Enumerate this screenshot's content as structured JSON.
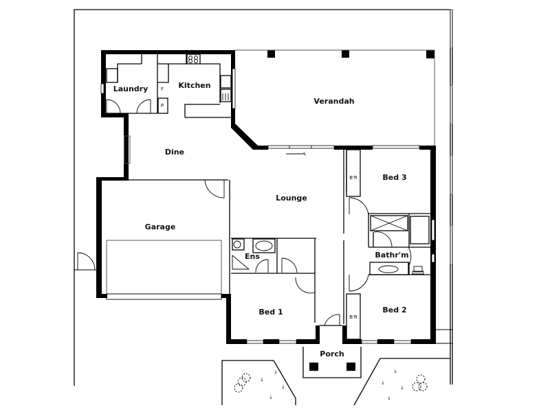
{
  "plan": {
    "type": "residential floor plan",
    "rooms": [
      {
        "id": "laundry",
        "label": "Laundry"
      },
      {
        "id": "kitchen",
        "label": "Kitchen"
      },
      {
        "id": "verandah",
        "label": "Verandah"
      },
      {
        "id": "dine",
        "label": "Dine"
      },
      {
        "id": "lounge",
        "label": "Lounge"
      },
      {
        "id": "garage",
        "label": "Garage"
      },
      {
        "id": "ens",
        "label": "Ens"
      },
      {
        "id": "bed1",
        "label": "Bed 1"
      },
      {
        "id": "bed2",
        "label": "Bed 2"
      },
      {
        "id": "bed3",
        "label": "Bed 3"
      },
      {
        "id": "bathroom",
        "label": "Bathr'm"
      },
      {
        "id": "porch",
        "label": "Porch"
      }
    ],
    "fixtures": {
      "bir_bed3": "B'R",
      "bir_bed2": "B'R",
      "fridge_mark": "F",
      "pantry_mark": "P"
    },
    "colors": {
      "wall": "#000000",
      "background": "#ffffff",
      "text": "#111111"
    }
  }
}
